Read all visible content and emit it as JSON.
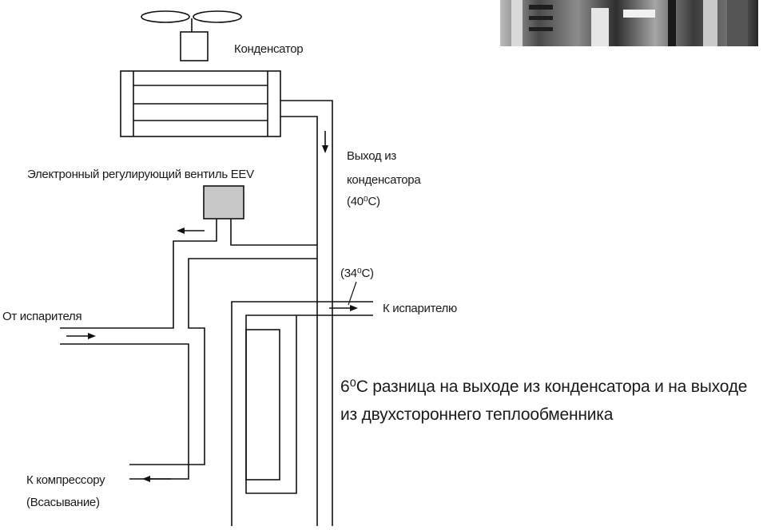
{
  "labels": {
    "condenser": "Конденсатор",
    "eev": "Электронный регулирующий вентиль EEV",
    "condenser_outlet_line1": "Выход из",
    "condenser_outlet_line2": "конденсатора",
    "condenser_outlet_temp": "(40⁰C)",
    "he_outlet_temp": "(34⁰C)",
    "to_evaporator": "К испарителю",
    "from_evaporator": "От испарителя",
    "to_compressor_line1": "К компрессору",
    "to_compressor_line2": "(Всасывание)",
    "note_line1": "6⁰С разница на выходе из конденсатора и на выходе",
    "note_line2": "из двухстороннего теплообменника"
  },
  "colors": {
    "line": "#111111",
    "valve_fill": "#c8c8c8",
    "photo_dark": "#2b2b2b",
    "photo_light": "#9a9a9a"
  }
}
